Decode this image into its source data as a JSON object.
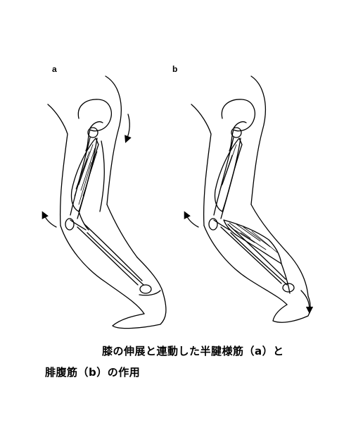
{
  "figure": {
    "panels": [
      {
        "label": "a",
        "highlighted_muscle": "semitendinosus"
      },
      {
        "label": "b",
        "highlighted_muscle": "gastrocnemius"
      }
    ],
    "stroke_color": "#000000",
    "background_color": "#ffffff"
  },
  "caption": {
    "line1": "膝の伸展と連動した半腱様筋（a）と",
    "line2": "腓腹筋（b）の作用"
  }
}
